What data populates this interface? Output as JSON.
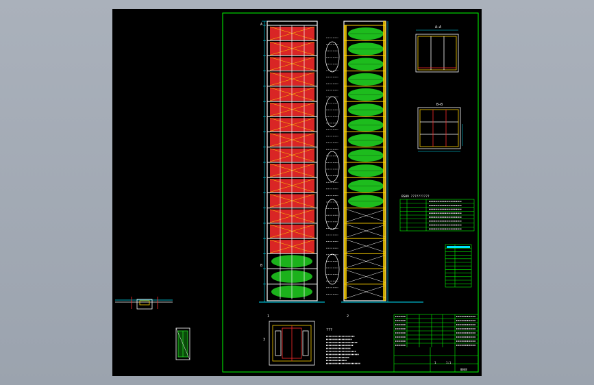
{
  "drawing": {
    "colors": {
      "background": "#000000",
      "frame": "#00ff00",
      "structure": "#ffffff",
      "steel": "#ff2b2b",
      "vehicle": "#22dd22",
      "dimension": "#00e5ff",
      "accent": "#ffd200"
    },
    "tower_levels": 18,
    "section_labels": {
      "section_aa": "A—A",
      "section_bb": "B—B",
      "marker_a": "A",
      "marker_b": "B",
      "marker_1": "1",
      "marker_2": "2",
      "marker_3": "3"
    },
    "parameter_table_title": "BSH9 ??????????",
    "notes_title": "???",
    "title_block": {
      "scale": "1:1",
      "sheet": "1",
      "drawing_no": "0048"
    }
  }
}
